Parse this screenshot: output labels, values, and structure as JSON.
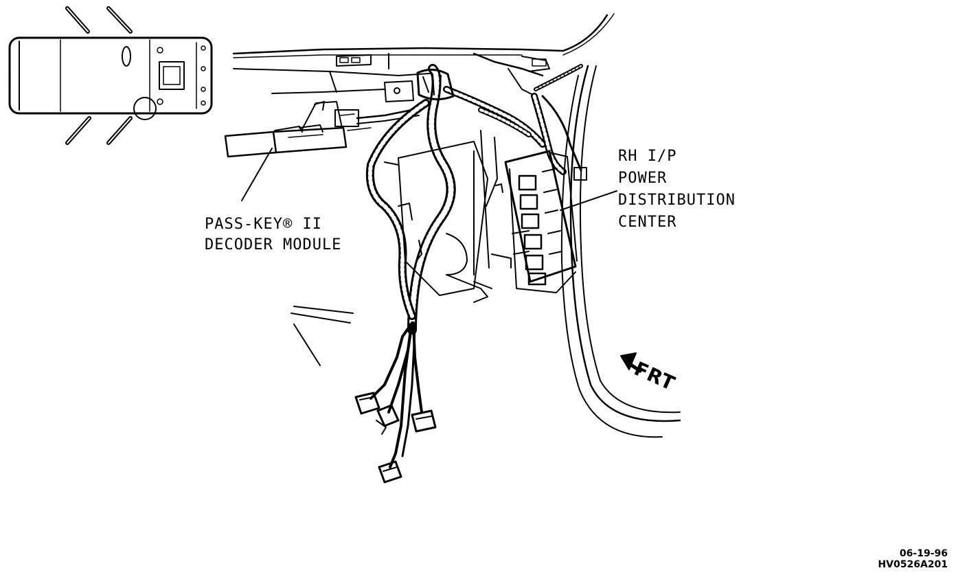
{
  "labels": {
    "passkey_line1": "PASS-KEY® II",
    "passkey_line2": "DECODER MODULE",
    "rh_line1": "RH I/P",
    "rh_line2": "POWER",
    "rh_line3": "DISTRIBUTION",
    "rh_line4": "CENTER",
    "front": "FRT"
  },
  "drawing_code": {
    "date": "06-19-96",
    "id": "HV0526A201"
  },
  "colors": {
    "ink": "#000000",
    "paper": "#ffffff"
  }
}
